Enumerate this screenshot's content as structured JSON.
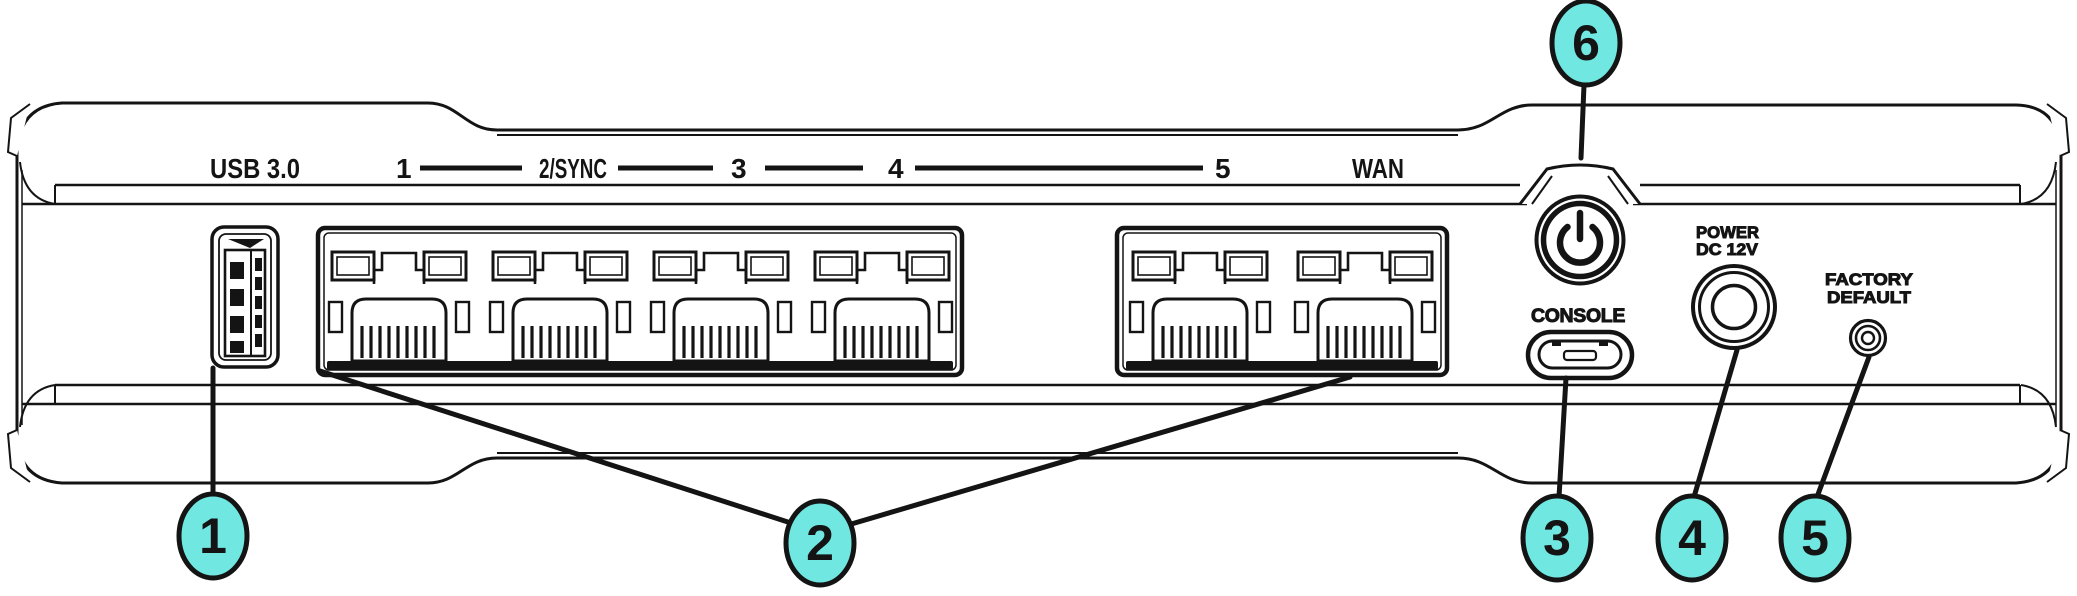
{
  "port_labels": {
    "usb": "USB 3.0",
    "port1": "1",
    "port2": "2/SYNC",
    "port3": "3",
    "port4": "4",
    "port5": "5",
    "wan": "WAN"
  },
  "controls": {
    "console": "CONSOLE",
    "power_line1": "POWER",
    "power_line2": "DC 12V",
    "factory_line1": "FACTORY",
    "factory_line2": "DEFAULT"
  },
  "callouts": [
    "1",
    "2",
    "3",
    "4",
    "5",
    "6"
  ],
  "colors": {
    "callout_fill": "#71e7e2",
    "line": "#141414",
    "background": "#ffffff"
  }
}
